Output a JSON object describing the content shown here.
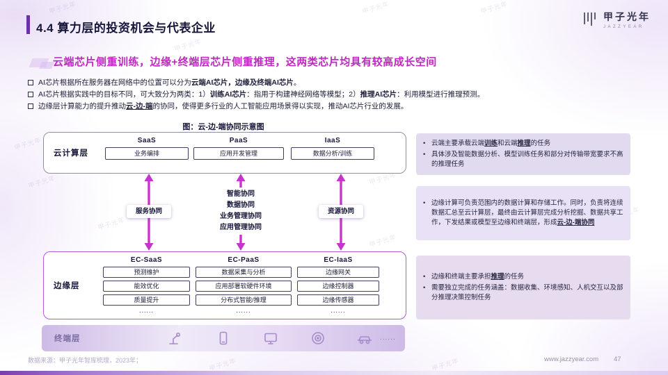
{
  "page": {
    "title": "4.4 算力层的投资机会与代表企业",
    "subtitle": "云端芯片侧重训练，边缘+终端层芯片侧重推理，这两类芯片均具有较高成长空间",
    "watermark": "甲子光年",
    "accent_color": "#bd2abf",
    "purple": "#7030a0",
    "footer": {
      "source": "数据来源：甲子光年智库梳理，2023年；",
      "url": "www.jazzyear.com",
      "page_number": "47"
    }
  },
  "logo": {
    "name": "甲子光年",
    "subtext": "JAZZYEAR"
  },
  "bullets": {
    "b1": {
      "n1": "AI芯片根据所在服务器在网络中的位置可以分为",
      "b1": "云端AI芯片，边缘及终端AI芯片",
      "n2": "。"
    },
    "b2": {
      "n1": "AI芯片根据实践中的目标不同，可大致分为两类：1）",
      "b1": "训练AI芯片",
      "n2": "：指用于构建神经网络等模型；2）",
      "b2": "推理AI芯片",
      "n3": "：利用模型进行推理预测。"
    },
    "b3": {
      "n1": "边缘层计算能力的提升推动",
      "b1": "云-边-端",
      "n2": "的协同，使得更多行业的人工智能应用场景得以实现，推动AI芯片行业的发展。"
    }
  },
  "diagram": {
    "caption": "图：云-边-端协同示意图",
    "cloud": {
      "label": "云计算层",
      "columns": [
        {
          "header": "SaaS",
          "item": "业务编排"
        },
        {
          "header": "PaaS",
          "item": "应用开发管理"
        },
        {
          "header": "IaaS",
          "item": "数据分析/训练"
        }
      ]
    },
    "sync": {
      "left": "服务协同",
      "center": [
        "智能协同",
        "数据协同",
        "业务管理协同",
        "应用管理协同"
      ],
      "right": "资源协同"
    },
    "edge": {
      "label": "边缘层",
      "columns": [
        {
          "header": "EC-SaaS",
          "items": [
            "预测维护",
            "能效优化",
            "质量提升"
          ],
          "more": "......"
        },
        {
          "header": "EC-PaaS",
          "items": [
            "数据采集与分析",
            "应用部署软硬件环境",
            "分布式智能/推理"
          ],
          "more": "......"
        },
        {
          "header": "EC-IaaS",
          "items": [
            "边缘网关",
            "边缘控制器",
            "边缘传感器"
          ],
          "more": "......"
        }
      ]
    },
    "terminal": {
      "label": "终端层",
      "icons": [
        "robot-arm-icon",
        "phone-icon",
        "tv-icon",
        "smart-speaker-icon",
        "car-icon"
      ],
      "more": "......"
    }
  },
  "notes": {
    "note1": {
      "l1": {
        "n1": "云端主要承载云端",
        "u1": "训练",
        "n2": "和云端",
        "u2": "推理",
        "n3": "的任务"
      },
      "l2": "具体涉及智能数据分析、模型训练任务和部分对传输带宽要求不高的推理任务"
    },
    "note2": {
      "l1": {
        "n1": "边缘计算可负责范围内的数据计算和存储工作。同时，负责将连续数据汇总至云计算层，最终由云计算层完成分析挖掘、数据共享工作，下发结果或模型至边缘和终端层，形成",
        "u1": "云-边-端协同"
      }
    },
    "note3": {
      "l1": {
        "n1": "边缘和终端主要承担",
        "u1": "推理",
        "n2": "的任务"
      },
      "l2": "需要独立完成的任务涵盖：数据收集、环境感知、人机交互以及部分推理决策控制任务"
    }
  }
}
